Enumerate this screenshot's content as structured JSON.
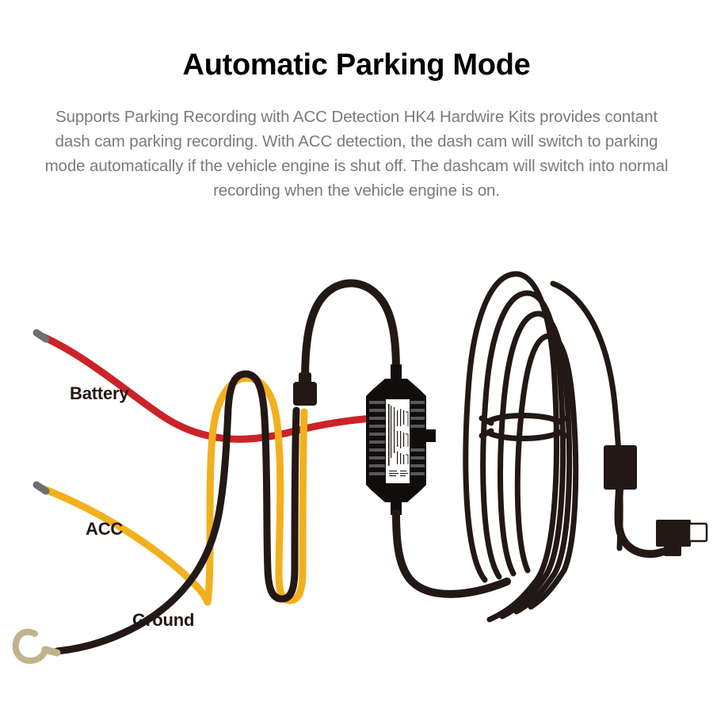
{
  "header": {
    "title": "Automatic Parking Mode",
    "body": "Supports Parking Recording with ACC Detection HK4 Hardwire Kits provides contant dash cam parking recording. With ACC detection, the dash cam will switch to parking mode automatically if the vehicle engine is shut off. The dashcam will switch into normal recording when the vehicle engine is on."
  },
  "diagram": {
    "labels": {
      "battery": "Battery",
      "acc": "ACC",
      "ground": "Ground"
    },
    "wires": [
      {
        "name": "Battery",
        "color": "#CC2229"
      },
      {
        "name": "ACC",
        "color": "#F2B01E"
      },
      {
        "name": "Ground",
        "color": "#231815"
      }
    ],
    "parts": [
      "red-battery-wire",
      "yellow-acc-wire",
      "black-ground-wire",
      "ring-terminal",
      "wire-boot",
      "converter-box",
      "converter-label",
      "coiled-cable",
      "ferrite-bead",
      "usb-connector"
    ],
    "colors": {
      "red": "#CC2229",
      "yellow": "#F2B01E",
      "black": "#231815",
      "box_body": "#100D0C",
      "box_rib": "#58585A",
      "label_white": "#FFFFFF",
      "terminal_gold": "#BFB38C",
      "text_body": "#7A7A7A",
      "text_title": "#000000",
      "background": "#FFFFFF"
    }
  }
}
